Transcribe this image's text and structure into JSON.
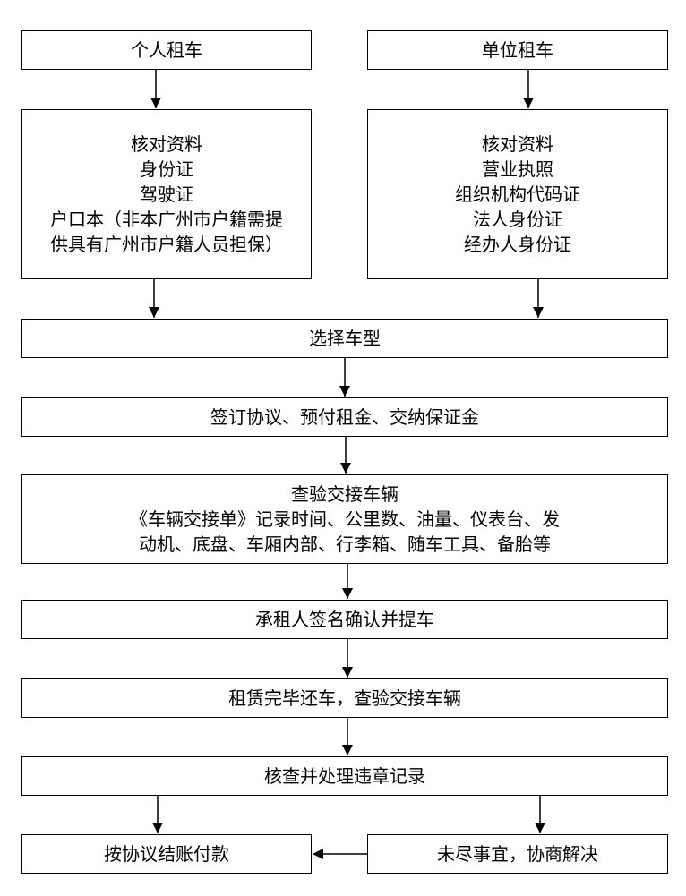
{
  "nodes": {
    "personal": {
      "title": "个人租车"
    },
    "company": {
      "title": "单位租车"
    },
    "personal_docs": {
      "lines": [
        "核对资料",
        "身份证",
        "驾驶证",
        "户口本（非本广州市户籍需提",
        "供具有广州市户籍人员担保）"
      ]
    },
    "company_docs": {
      "lines": [
        "核对资料",
        "营业执照",
        "组织机构代码证",
        "法人身份证",
        "经办人身份证"
      ]
    },
    "choose_model": {
      "title": "选择车型"
    },
    "sign": {
      "title": "签订协议、预付租金、交纳保证金"
    },
    "inspect": {
      "lines": [
        "查验交接车辆",
        "《车辆交接单》记录时间、公里数、油量、仪表台、发",
        "动机、底盘、车厢内部、行李箱、随车工具、备胎等"
      ]
    },
    "confirm": {
      "title": "承租人签名确认并提车"
    },
    "return": {
      "title": "租赁完毕还车，查验交接车辆"
    },
    "violations": {
      "title": "核查并处理违章记录"
    },
    "pay": {
      "title": "按协议结账付款"
    },
    "negotiate": {
      "title": "未尽事宜，协商解决"
    }
  }
}
